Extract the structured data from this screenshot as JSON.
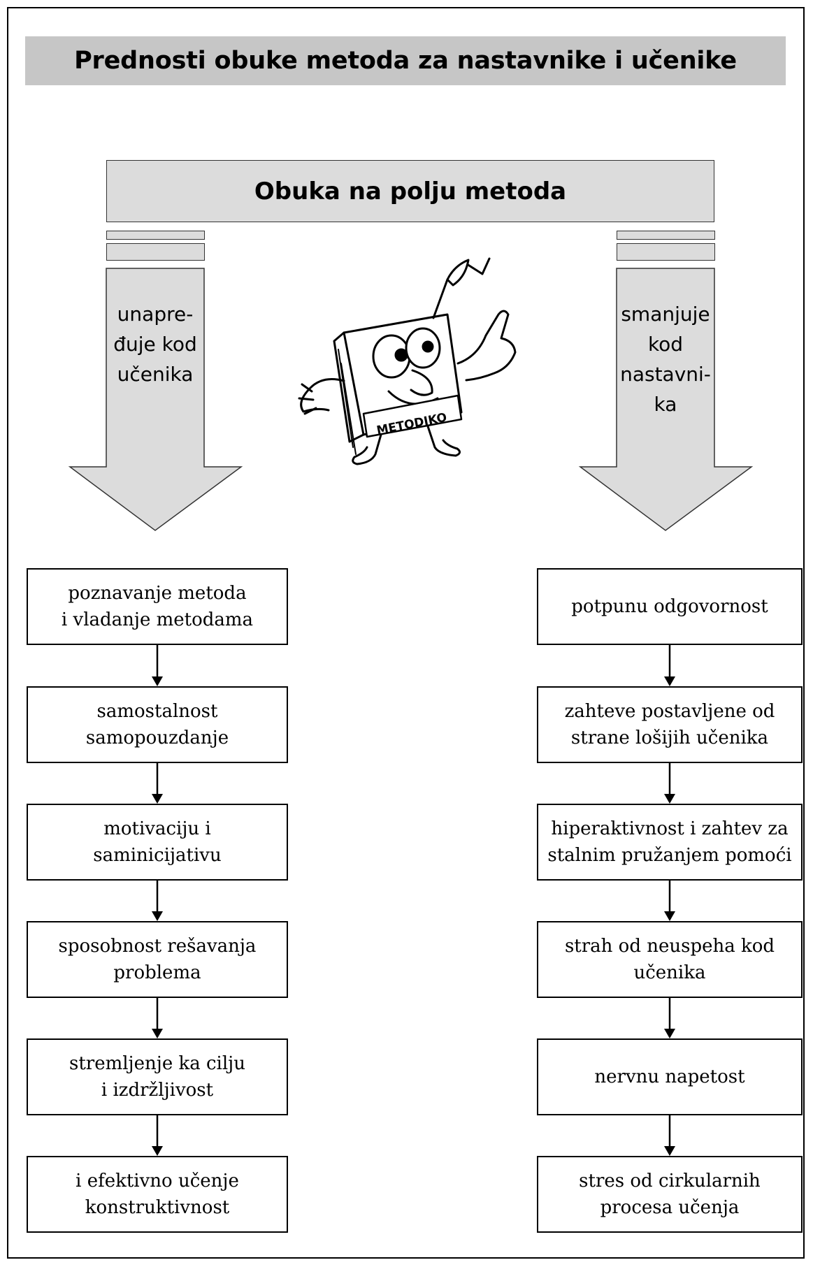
{
  "title": "Prednosti obuke metoda za nastavnike i učenike",
  "arch_label": "Obuka  na polju metoda",
  "left_arrow_label": "unapre-\nđuje kod\nučenika",
  "right_arrow_label": "smanjuje\nkod\nnastavni-\nka",
  "mascot_label": "METODIKO",
  "left_boxes": [
    "poznavanje metoda\ni vladanje metodama",
    "samostalnost\nsamopouzdanje",
    "motivaciju i\nsaminicijativu",
    "sposobnost rešavanja\nproblema",
    "stremljenje ka cilju\ni izdržljivost",
    "i efektivno učenje\nkonstruktivnost"
  ],
  "right_boxes": [
    "potpunu odgovornost",
    "zahteve postavljene od\nstrane lošijih učenika",
    "hiperaktivnost i zahtev za\nstalnim pružanjem pomoći",
    "strah od neuspeha kod\nučenika",
    "nervnu napetost",
    "stres od cirkularnih\nprocesa učenja"
  ]
}
